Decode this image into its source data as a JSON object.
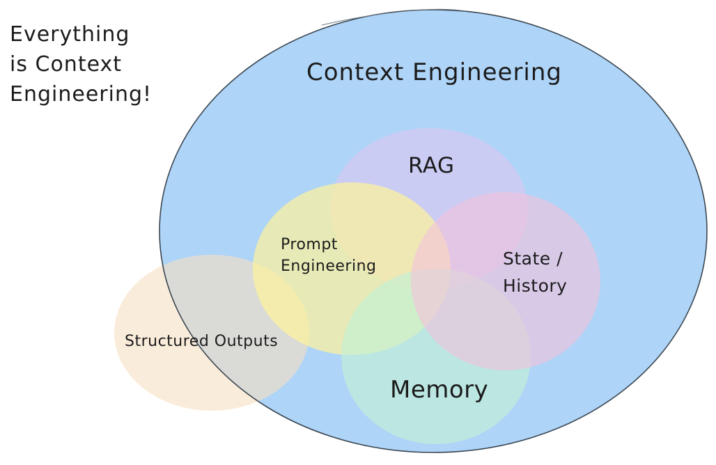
{
  "side_note": {
    "lines": [
      "Everything",
      "is Context",
      "Engineering!"
    ]
  },
  "diagram": {
    "title": "Context Engineering",
    "regions": [
      {
        "id": "context-engineering",
        "label": "Context Engineering",
        "color": "#aed4f8",
        "role": "container"
      },
      {
        "id": "rag",
        "label": "RAG",
        "color": "#c5c8f6"
      },
      {
        "id": "prompt-engineering",
        "label_lines": [
          "Prompt",
          "Engineering"
        ],
        "color": "#fde8a0"
      },
      {
        "id": "state-history",
        "label_lines": [
          "State /",
          "History"
        ],
        "color": "#e6c2e2"
      },
      {
        "id": "memory",
        "label": "Memory",
        "color": "#b6e2e0"
      },
      {
        "id": "structured-outputs",
        "label": "Structured Outputs",
        "color": "#fbead8"
      }
    ],
    "outline_color": "#3a4650"
  }
}
